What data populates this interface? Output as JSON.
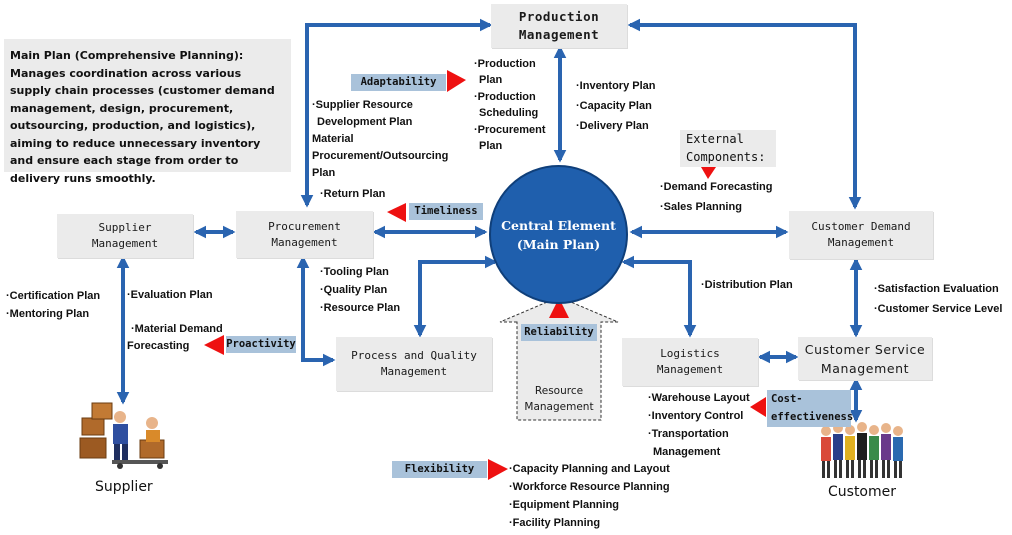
{
  "colors": {
    "arrow": "#2a64b0",
    "tag": "#a9c2da",
    "box": "#ebebeb",
    "red": "#ee1111",
    "central": "#1f5fad"
  },
  "main_plan_note": "Main Plan (Comprehensive Planning): Manages coordination across various supply chain processes (customer demand management, design, procurement, outsourcing, production, and logistics), aiming to reduce unnecessary inventory and ensure each stage from order to delivery runs smoothly.",
  "nodes": {
    "production": "Production\nManagement",
    "procurement": "Procurement\nManagement",
    "supplier_mgmt": "Supplier\nManagement",
    "customer_demand": "Customer Demand\nManagement",
    "process_quality": "Process and Quality\nManagement",
    "logistics": "Logistics\nManagement",
    "customer_service": "Customer Service\nManagement",
    "resource": "Resource\nManagement",
    "central": "Central Element\n(Main Plan)"
  },
  "external_components": "External\nComponents:",
  "tags": {
    "adaptability": "Adaptability",
    "timeliness": "Timeliness",
    "proactivity": "Proactivity",
    "reliability": "Reliability",
    "flexibility": "Flexibility",
    "cost_effectiveness_1": "Cost-",
    "cost_effectiveness_2": "effectiveness"
  },
  "lists": {
    "production_plans": [
      "Production",
      "Plan",
      "Production",
      "Scheduling",
      "Procurement",
      "Plan"
    ],
    "supplier_resource": [
      "Supplier Resource",
      "Development Plan",
      "Material",
      "Procurement/Outsourcing",
      "Plan"
    ],
    "return_plan": [
      "Return Plan"
    ],
    "inventory_plans": [
      "Inventory Plan",
      "Capacity Plan",
      "Delivery Plan"
    ],
    "demand_forecasting": [
      "Demand Forecasting",
      "Sales Planning"
    ],
    "tooling": [
      "Tooling Plan",
      "Quality Plan",
      "Resource Plan"
    ],
    "certification": [
      "Certification Plan",
      "Mentoring Plan"
    ],
    "evaluation": [
      "Evaluation Plan",
      "",
      "Material Demand",
      "Forecasting"
    ],
    "distribution": [
      "Distribution Plan"
    ],
    "satisfaction": [
      "Satisfaction Evaluation",
      "Customer Service Level"
    ],
    "warehouse": [
      "Warehouse Layout",
      "Inventory Control",
      "Transportation",
      "Management"
    ],
    "capacity_planning": [
      "Capacity Planning and Layout",
      "Workforce Resource Planning",
      "Equipment Planning",
      "Facility Planning"
    ]
  },
  "captions": {
    "supplier": "Supplier",
    "customer": "Customer"
  }
}
